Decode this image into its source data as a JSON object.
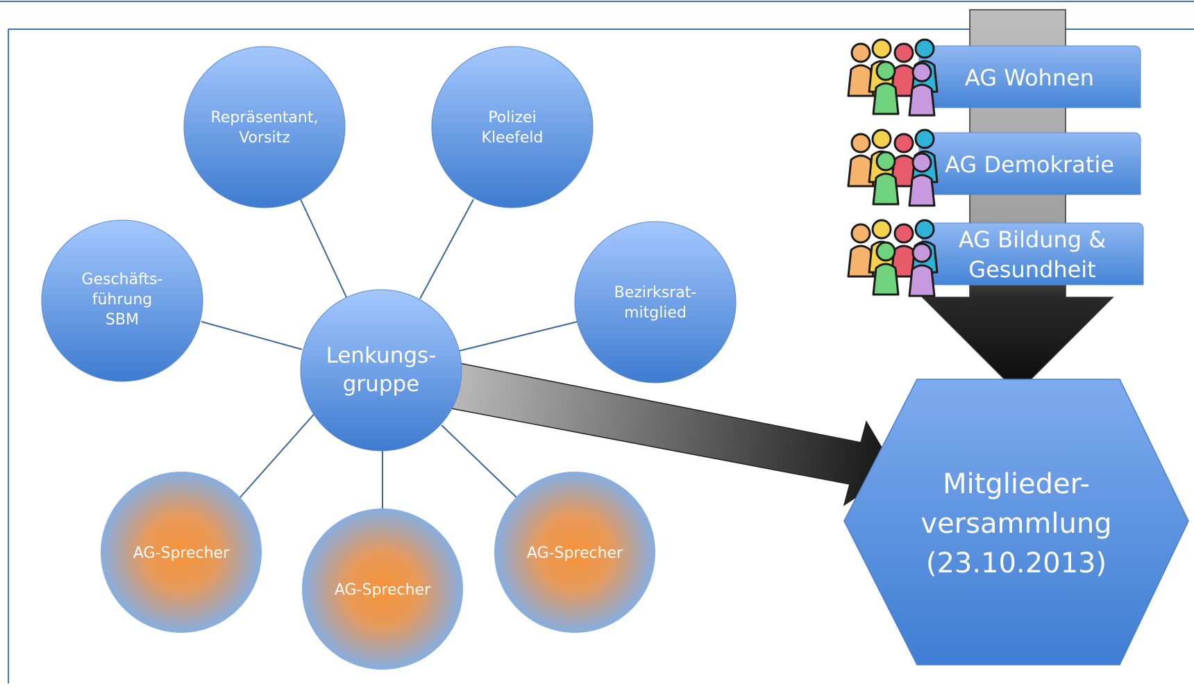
{
  "center": {
    "label_lines": [
      "Lenkungs-",
      "gruppe"
    ]
  },
  "satellites": [
    {
      "lines": [
        "Repräsentant,",
        "Vorsitz"
      ]
    },
    {
      "lines": [
        "Polizei",
        "Kleefeld"
      ]
    },
    {
      "lines": [
        "Geschäfts-",
        "führung",
        "SBM"
      ]
    },
    {
      "lines": [
        "Bezirksrat-",
        "mitglied"
      ]
    }
  ],
  "speakers": [
    {
      "label": "AG-Sprecher"
    },
    {
      "label": "AG-Sprecher"
    },
    {
      "label": "AG-Sprecher"
    }
  ],
  "working_groups": [
    {
      "lines": [
        "AG Wohnen"
      ]
    },
    {
      "lines": [
        "AG Demokratie"
      ]
    },
    {
      "lines": [
        "AG Bildung &",
        "Gesundheit"
      ]
    }
  ],
  "assembly": {
    "lines": [
      "Mitglieder-",
      "versammlung",
      "(23.10.2013)"
    ]
  },
  "icons": {
    "group": "people-group-icon"
  },
  "colors": {
    "circle_light": "#9dc3fb",
    "circle_dark": "#3f7dcf",
    "speaker_orange": "#f0923c",
    "speaker_blue": "#8fb0dc",
    "box_light": "#7aa9ec",
    "box_dark": "#4a86d6",
    "connector": "#3a5f8c",
    "frame": "#3f73c4"
  }
}
